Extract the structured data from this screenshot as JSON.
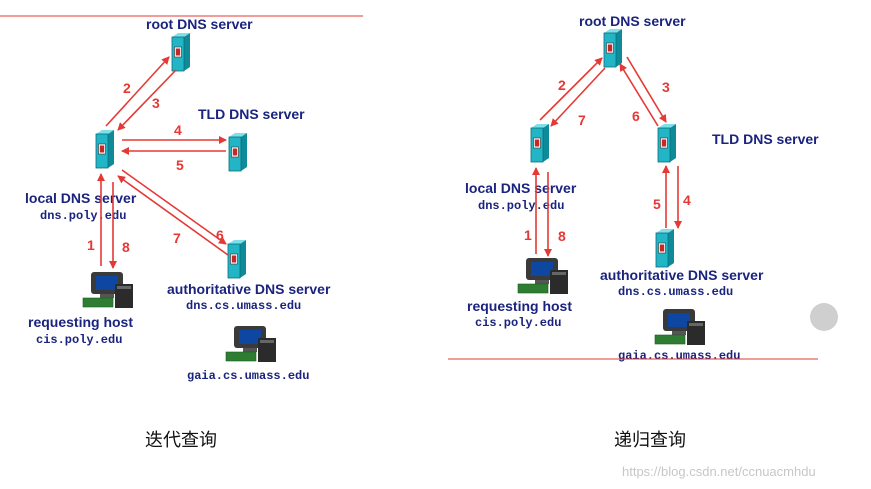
{
  "iterative": {
    "caption": "迭代查询",
    "root_label": "root DNS server",
    "tld_label": "TLD DNS server",
    "local_label": "local DNS server",
    "local_host": "dns.poly.edu",
    "auth_label": "authoritative DNS server",
    "auth_host": "dns.cs.umass.edu",
    "req_label": "requesting host",
    "req_host": "cis.poly.edu",
    "gaia_host": "gaia.cs.umass.edu",
    "steps": [
      "1",
      "2",
      "3",
      "4",
      "5",
      "6",
      "7",
      "8"
    ]
  },
  "recursive": {
    "caption": "递归查询",
    "root_label": "root DNS server",
    "tld_label": "TLD DNS server",
    "local_label": "local DNS server",
    "local_host": "dns.poly.edu",
    "auth_label": "authoritative DNS server",
    "auth_host": "dns.cs.umass.edu",
    "req_label": "requesting host",
    "req_host": "cis.poly.edu",
    "gaia_host": "gaia.cs.umass.edu",
    "steps": [
      "1",
      "2",
      "3",
      "4",
      "5",
      "6",
      "7",
      "8"
    ]
  },
  "watermark": "https://blog.csdn.net/ccnuacmhdu",
  "colors": {
    "arrow": "#e53935",
    "label": "#1a237e",
    "server": "#21b5c6",
    "rule": "#e53935"
  }
}
